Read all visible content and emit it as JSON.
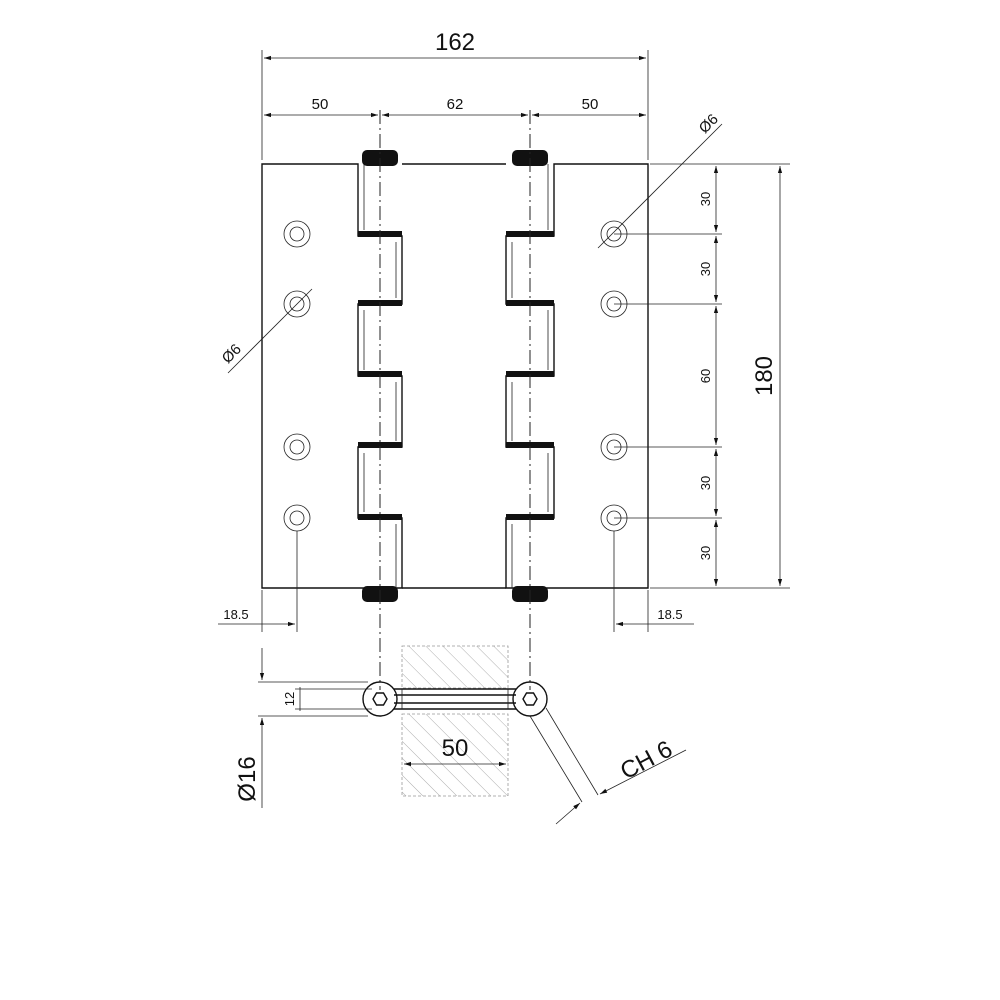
{
  "dimensions": {
    "overall_width": "162",
    "leaf_left": "50",
    "center_gap": "62",
    "leaf_right": "50",
    "hole_diameter_right": "Ø6",
    "hole_diameter_left": "Ø6",
    "spacing_1": "30",
    "spacing_2": "30",
    "spacing_3": "60",
    "spacing_4": "30",
    "spacing_5": "30",
    "overall_height": "180",
    "edge_offset_left": "18.5",
    "edge_offset_right": "18.5",
    "pin_thickness": "12",
    "barrel_diameter": "Ø16",
    "door_thickness": "50",
    "hex_key": "CH 6"
  },
  "colors": {
    "line": "#111111",
    "hatch": "#999999"
  }
}
